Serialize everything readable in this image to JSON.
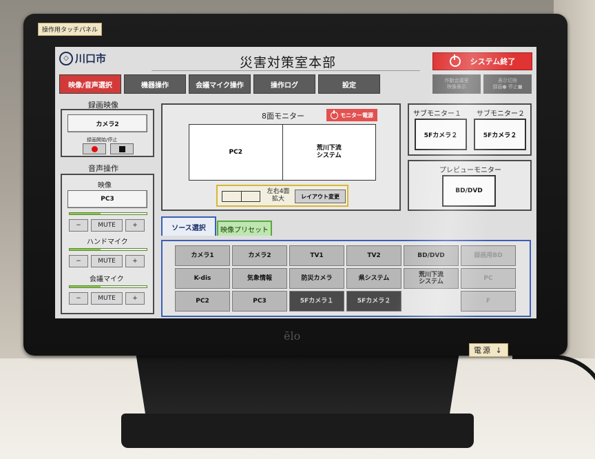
{
  "device": {
    "sticker_top": "操作用タッチパネル",
    "sticker_power": "電源 ↓",
    "brand": "ēlo"
  },
  "header": {
    "logo_text": "川口市",
    "title": "災害対策室本部",
    "shutdown_label": "システム終了"
  },
  "tabs": [
    {
      "label": "映像/音声選択",
      "active": true
    },
    {
      "label": "機器操作",
      "active": false
    },
    {
      "label": "会議マイク操作",
      "active": false
    },
    {
      "label": "操作ログ",
      "active": false
    },
    {
      "label": "設定",
      "active": false
    }
  ],
  "status": {
    "a": "作動会議室\n映像表示",
    "b": "表示切換\n録画● 停止■"
  },
  "recording": {
    "title": "録画映像",
    "source": "カメラ2",
    "hint": "録画開始/停止"
  },
  "audio": {
    "title": "音声操作",
    "video_label": "映像",
    "video_source": "PC3",
    "mute_label": "MUTE",
    "minus": "−",
    "plus": "+",
    "hand_mic_label": "ハンドマイク",
    "conf_mic_label": "会議マイク"
  },
  "monitor8": {
    "title": "8面モニター",
    "power_label": "モニター電源",
    "left": "PC2",
    "right": "荒川下流\nシステム",
    "layout_label": "左右4面\n拡大",
    "layout_button": "レイアウト変更"
  },
  "sub_monitors": {
    "sub1_title": "サブモニター１",
    "sub2_title": "サブモニター２",
    "sub1_source": "5Fカメラ２",
    "sub2_source": "5Fカメラ２"
  },
  "preview": {
    "title": "プレビューモニター",
    "source": "BD/DVD"
  },
  "source_tabs": {
    "tab1": "ソース選択",
    "tab2": "映像プリセット"
  },
  "sources": [
    {
      "label": "カメラ1",
      "style": ""
    },
    {
      "label": "カメラ2",
      "style": ""
    },
    {
      "label": "TV1",
      "style": ""
    },
    {
      "label": "TV2",
      "style": ""
    },
    {
      "label": "BD/DVD",
      "style": ""
    },
    {
      "label": "録画用BD",
      "style": "dim"
    },
    {
      "label": "K-dis",
      "style": ""
    },
    {
      "label": "気象情報",
      "style": ""
    },
    {
      "label": "防災カメラ",
      "style": ""
    },
    {
      "label": "県システム",
      "style": ""
    },
    {
      "label": "荒川下流\nシステム",
      "style": ""
    },
    {
      "label": "PC",
      "style": "dim"
    },
    {
      "label": "PC2",
      "style": ""
    },
    {
      "label": "PC3",
      "style": ""
    },
    {
      "label": "5Fカメラ１",
      "style": "dark"
    },
    {
      "label": "5Fカメラ２",
      "style": "dark"
    },
    {
      "label": "",
      "style": "empty"
    },
    {
      "label": "F",
      "style": "dim"
    }
  ],
  "colors": {
    "accent_red": "#e03333",
    "tab_active": "#d23a3a",
    "source_blue": "#3b5eb5",
    "preset_green": "#58a93f"
  }
}
